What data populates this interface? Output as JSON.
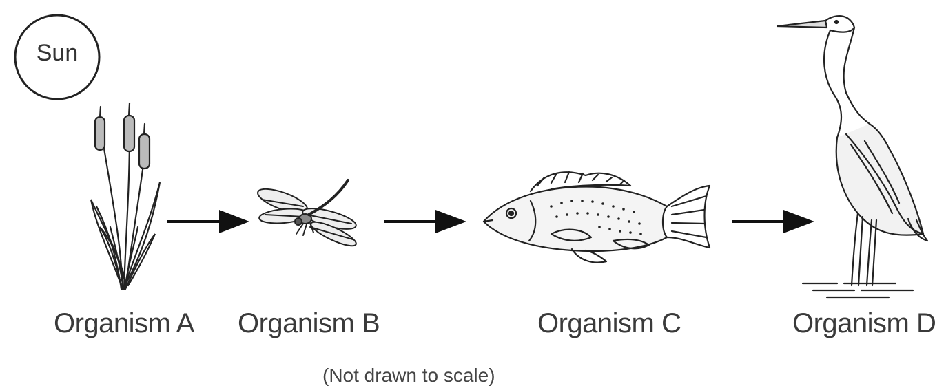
{
  "sun": {
    "label": "Sun"
  },
  "organisms": [
    {
      "label": "Organism A",
      "icon": "cattail-plant-icon"
    },
    {
      "label": "Organism B",
      "icon": "dragonfly-icon"
    },
    {
      "label": "Organism C",
      "icon": "fish-icon"
    },
    {
      "label": "Organism D",
      "icon": "heron-icon"
    }
  ],
  "note": "(Not drawn to scale)",
  "colors": {
    "stroke": "#222222",
    "text": "#3a3a3a",
    "background": "#ffffff"
  }
}
